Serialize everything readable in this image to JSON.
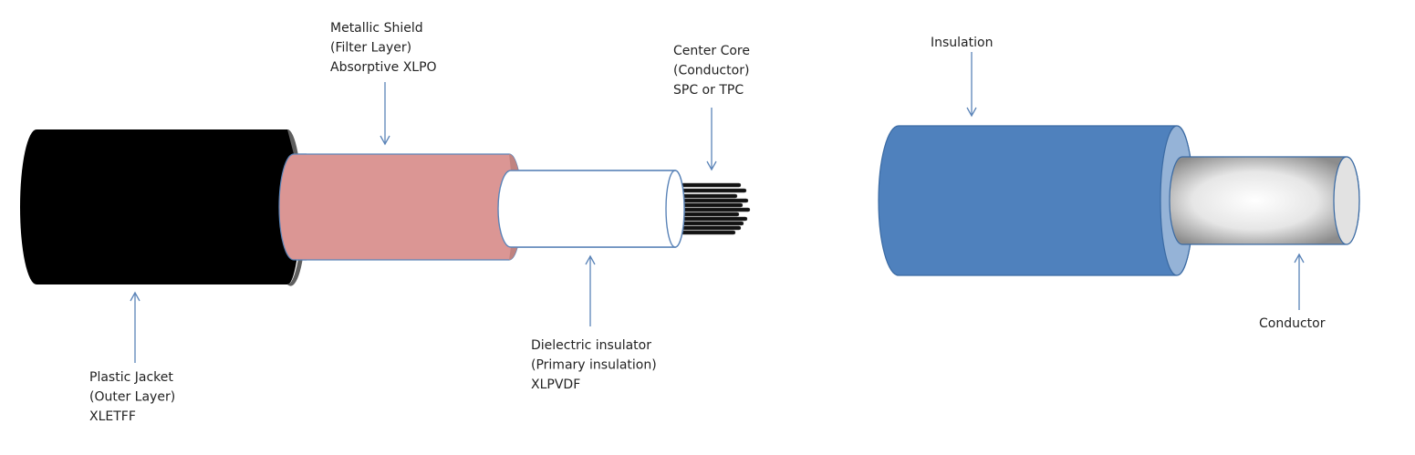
{
  "colors": {
    "jacket": "#000000",
    "jacket_rim": "#5e5e5e",
    "shield": "#db9694",
    "shield_edge": "#c08380",
    "dielectric": "#ffffff",
    "outline": "#5b84b8",
    "arrow": "#5b84b8",
    "conductor_strand": "#111111",
    "insulation": "#4f81bd",
    "insulation_edge": "#3a6aa3",
    "insulation_face": "#95b3d7",
    "conductor_light": "#ffffff",
    "conductor_dark": "#8c8c8c"
  },
  "left_cable": {
    "plastic_jacket": {
      "lines": [
        "Plastic Jacket",
        "(Outer Layer)",
        "XLETFF"
      ]
    },
    "metallic_shield": {
      "lines": [
        "Metallic Shield",
        "(Filter Layer)",
        "Absorptive XLPO"
      ]
    },
    "dielectric_insulator": {
      "lines": [
        "Dielectric insulator",
        "(Primary insulation)",
        "XLPVDF"
      ]
    },
    "center_core": {
      "lines": [
        "Center Core",
        "(Conductor)",
        "SPC or TPC"
      ]
    }
  },
  "right_cable": {
    "insulation": {
      "lines": [
        "Insulation"
      ]
    },
    "conductor": {
      "lines": [
        "Conductor"
      ]
    }
  }
}
